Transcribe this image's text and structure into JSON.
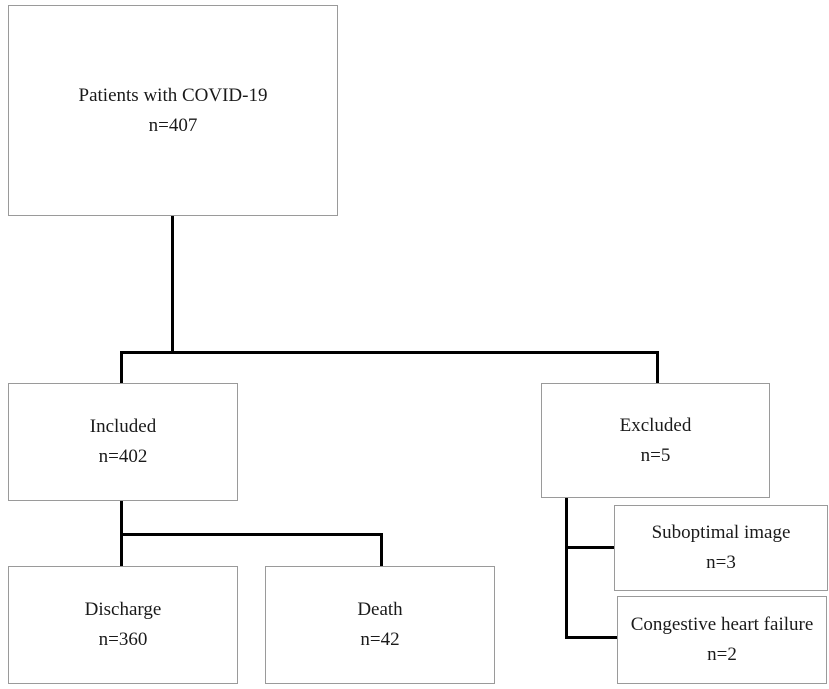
{
  "flowchart": {
    "patients": {
      "title": "Patients with COVID-19",
      "count": "n=407"
    },
    "included": {
      "title": "Included",
      "count": "n=402"
    },
    "excluded": {
      "title": "Excluded",
      "count": "n=5"
    },
    "discharge": {
      "title": "Discharge",
      "count": "n=360"
    },
    "death": {
      "title": "Death",
      "count": "n=42"
    },
    "suboptimal_image": {
      "title": "Suboptimal image",
      "count": "n=3"
    },
    "congestive_heart_failure": {
      "title": "Congestive heart failure",
      "count": "n=2"
    }
  }
}
